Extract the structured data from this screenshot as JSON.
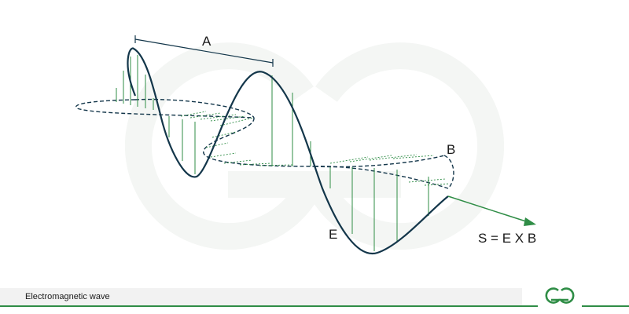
{
  "diagram": {
    "label_a": "A",
    "label_b": "B",
    "label_e": "E",
    "formula": "S = E X B"
  },
  "footer": {
    "caption": "Electromagnetic wave"
  },
  "colors": {
    "wave": "#13364a",
    "field_lines": "#2f8d46",
    "brand": "#2f8d46"
  }
}
